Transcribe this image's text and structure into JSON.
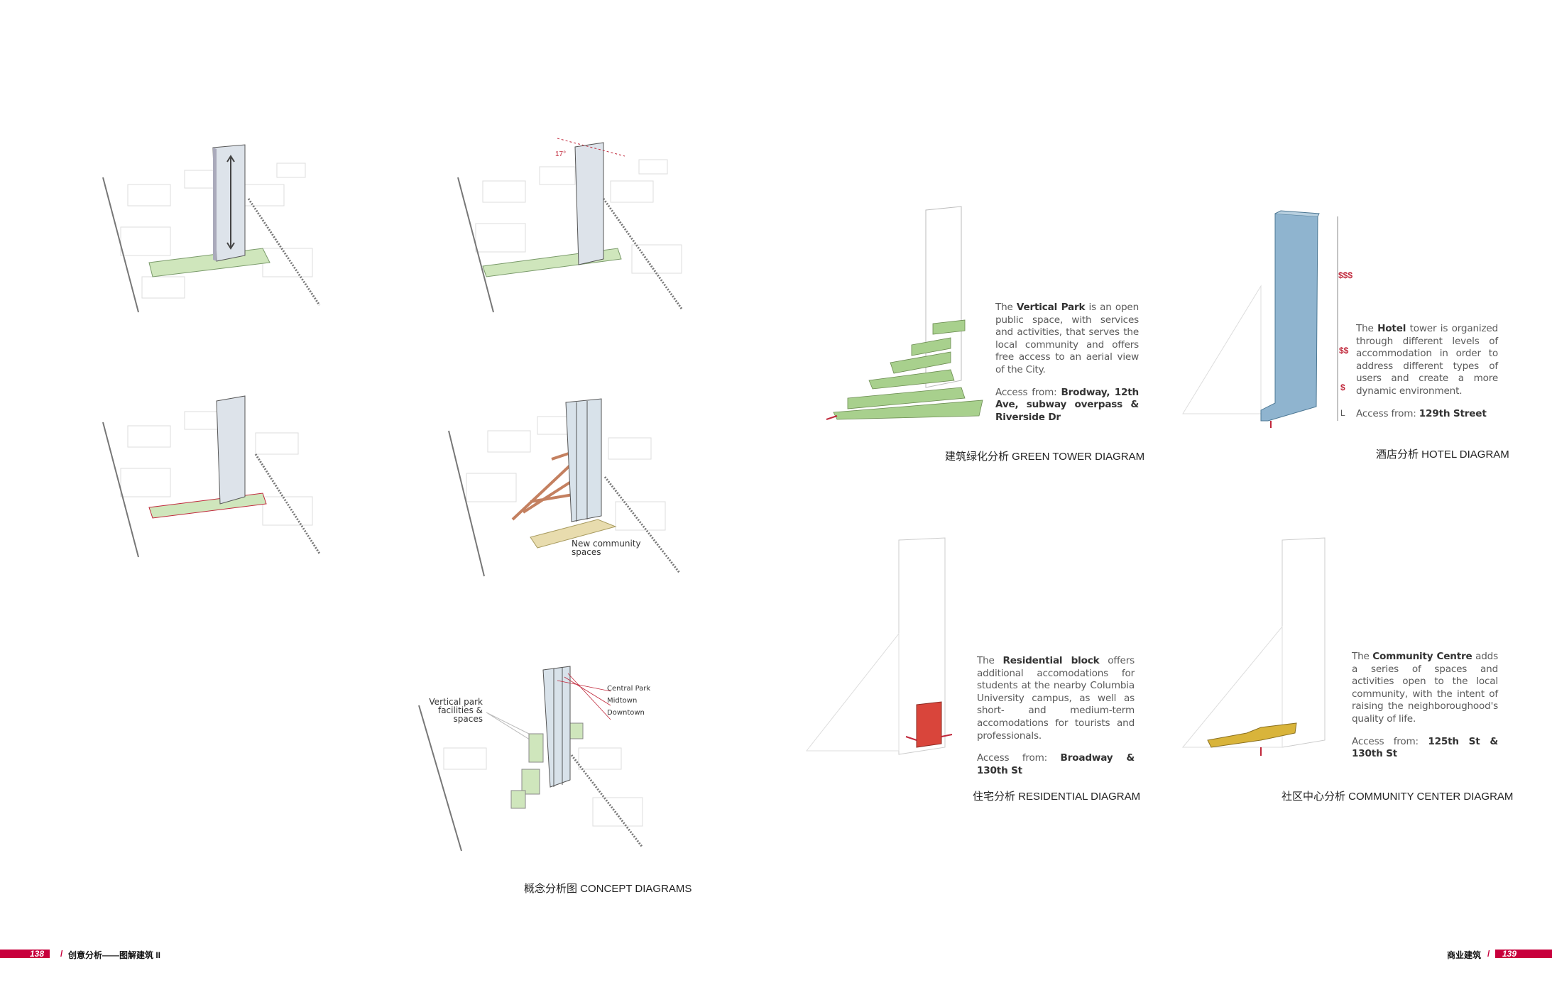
{
  "concept": {
    "caption": "概念分析图 CONCEPT DIAGRAMS",
    "angle_label": "17°",
    "new_community_label": [
      "New community",
      "spaces"
    ],
    "vertical_park_label": [
      "Vertical park",
      "facilities &",
      "spaces"
    ],
    "view_labels": [
      "Central Park",
      "Midtown",
      "Downtown"
    ]
  },
  "green_tower": {
    "caption": "建筑绿化分析 GREEN TOWER DIAGRAM",
    "text_pre": "The ",
    "text_bold": "Vertical Park",
    "text_post": " is an open public space, with services and activities, that serves the local community and offers free access to an aerial view of the City.",
    "access_label": "Access from: ",
    "access_value": "Brodway, 12th Ave, subway overpass & Riverside Dr",
    "color": "#a8d08d"
  },
  "hotel": {
    "caption": "酒店分析 HOTEL DIAGRAM",
    "text_pre": "The ",
    "text_bold": "Hotel",
    "text_post": " tower is organized through different levels of accommodation in order to address different types of users and create a more dynamic environment.",
    "access_label": "Access from: ",
    "access_value": "129th Street",
    "levels": [
      "$$$",
      "$$",
      "$",
      "L"
    ],
    "color": "#8fb4cf"
  },
  "residential": {
    "caption": "住宅分析 RESIDENTIAL DIAGRAM",
    "text_pre": "The ",
    "text_bold": "Residential block",
    "text_post": " offers additional accomodations for students at the nearby Columbia University campus, as well as short- and medium-term accomodations for tourists and professionals.",
    "access_label": "Access from: ",
    "access_value": "Broadway & 130th St",
    "color": "#d9453b"
  },
  "community": {
    "caption": "社区中心分析 COMMUNITY CENTER DIAGRAM",
    "text_pre": "The ",
    "text_bold": "Community Centre",
    "text_post": " adds a series of spaces and activities open to the local community, with the intent of raising the neighboroughood's quality of life.",
    "access_label": "Access from: ",
    "access_value": "125th St & 130th St",
    "color": "#d9b43a"
  },
  "footer": {
    "left_page": "138",
    "left_title": "创意分析——图解建筑 II",
    "right_title": "商业建筑",
    "right_page": "139",
    "separator": "/",
    "accent": "#c8003c"
  }
}
